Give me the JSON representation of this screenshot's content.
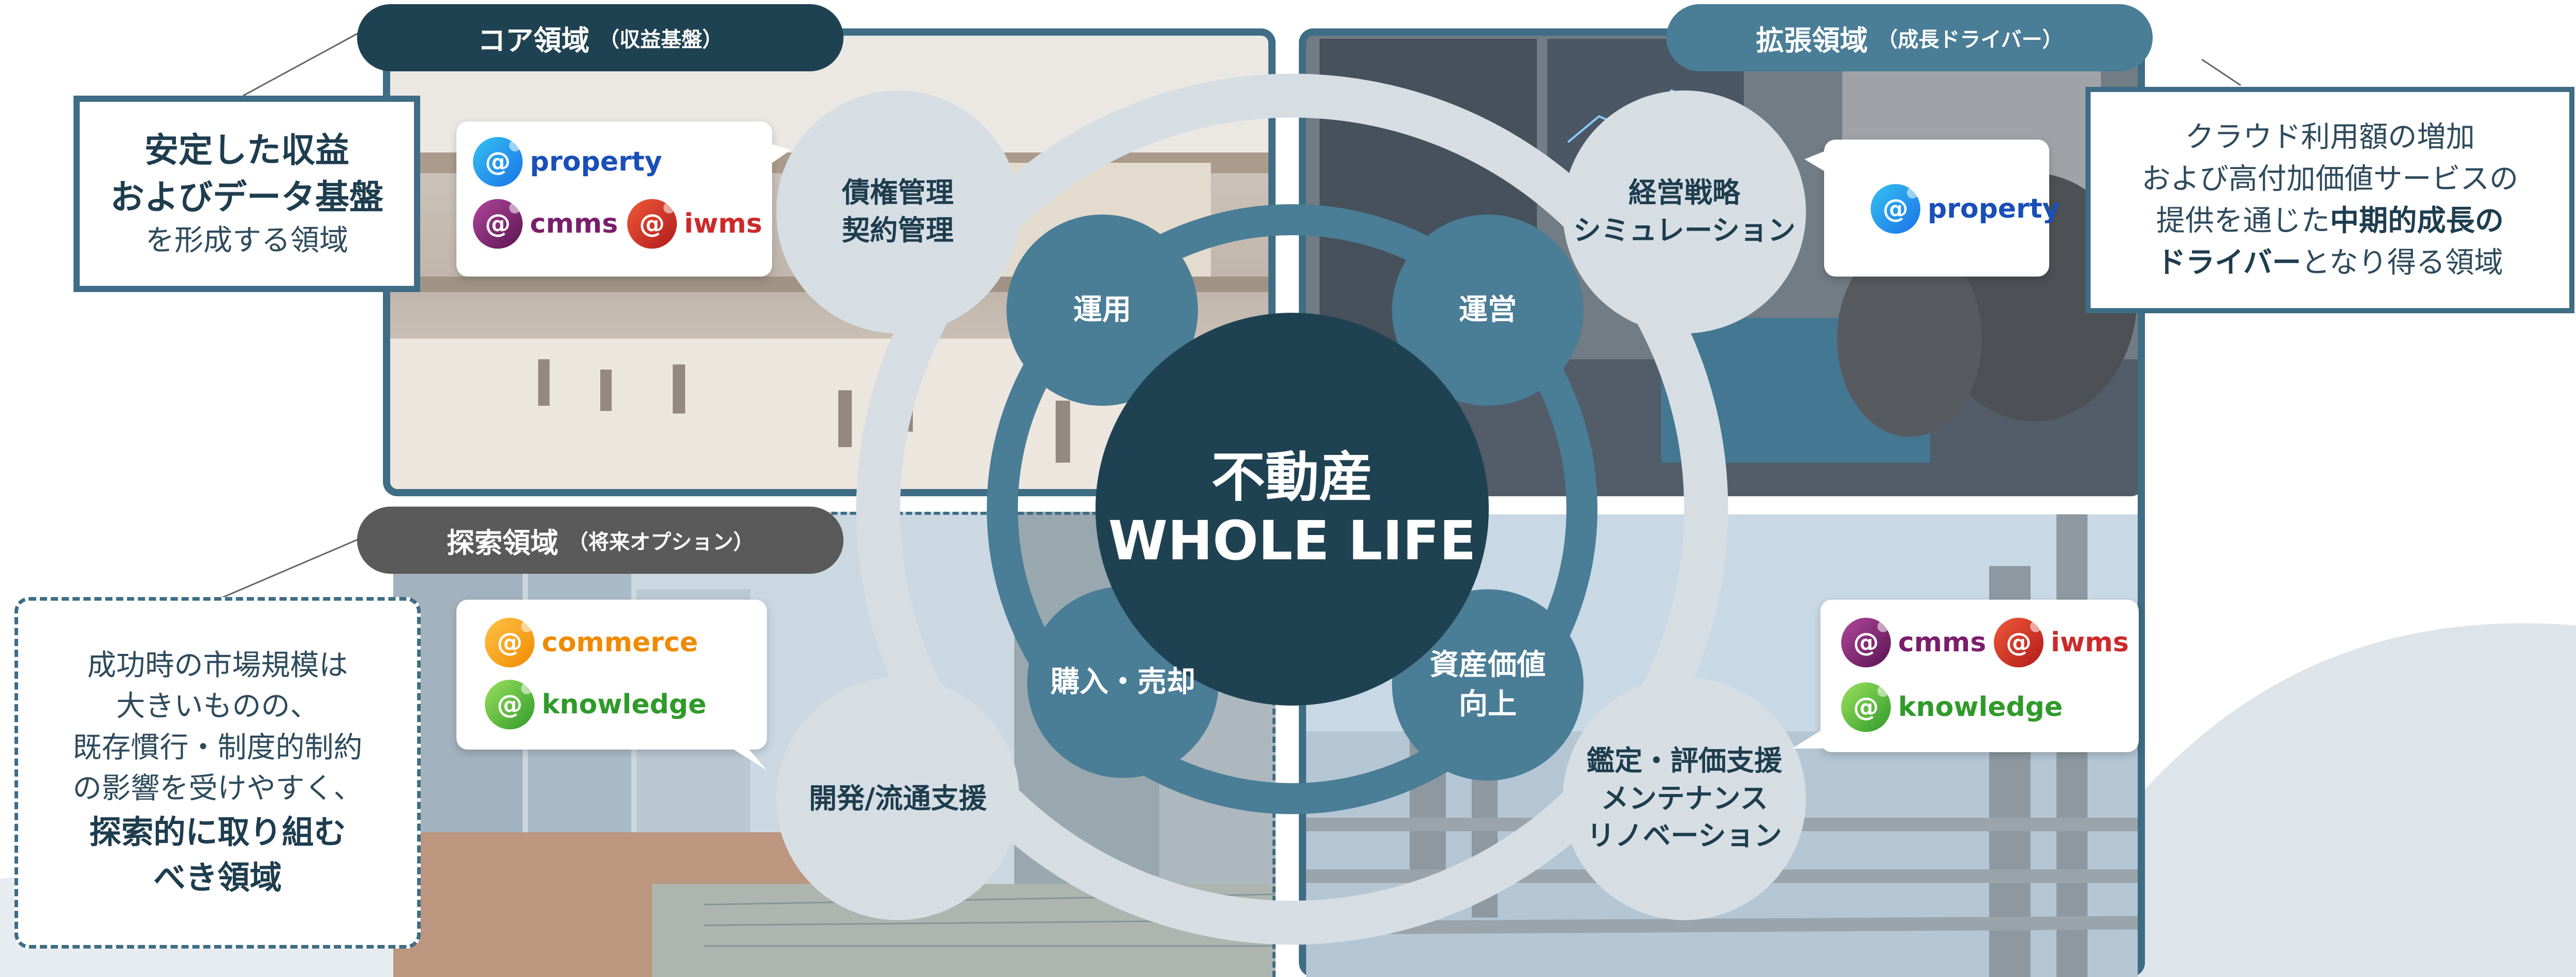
{
  "center": {
    "line1": "不動産",
    "line2": "WHOLE LIFE"
  },
  "core": {
    "title": "コア領域",
    "subtitle": "（収益基盤）",
    "desc_line1": "安定した収益",
    "desc_line2": "およびデータ基盤",
    "desc_line3": "を形成する領域",
    "products": [
      "property",
      "cmms",
      "iwms"
    ],
    "outer_label": [
      "債権管理",
      "契約管理"
    ]
  },
  "expansion": {
    "title": "拡張領域",
    "subtitle": "（成長ドライバー）",
    "desc_line1": "クラウド利用額の増加",
    "desc_line2": "および高付加価値サービスの",
    "desc_line3_pre": "提供を通じた",
    "desc_line3_bold": "中期的成長の",
    "desc_line4_bold": "ドライバー",
    "desc_line4_post": "となり得る領域",
    "products": [
      "property"
    ],
    "outer_label": [
      "経営戦略",
      "シミュレーション"
    ]
  },
  "exploration": {
    "title": "探索領域",
    "subtitle": "（将来オプション）",
    "desc_line1": "成功時の市場規模は",
    "desc_line2": "大きいものの、",
    "desc_line3": "既存慣行・制度的制約",
    "desc_line4": "の影響を受けやすく、",
    "desc_line5": "探索的に取り組む",
    "desc_line6": "べき領域",
    "products": [
      "commerce",
      "knowledge"
    ],
    "outer_label": [
      "開発/流通支援"
    ]
  },
  "operations": {
    "products": [
      "cmms",
      "iwms",
      "knowledge"
    ],
    "outer_label": [
      "鑑定・評価支援",
      "メンテナンス",
      "リノベーション"
    ]
  },
  "inner_circles": {
    "unyo": "運用",
    "uneii": "運営",
    "kounyu": "購入・売却",
    "shisan": [
      "資産価値",
      "向上"
    ]
  },
  "colors": {
    "navy": "#1f4252",
    "teal": "#4a7d96",
    "ring": "#d6dee4",
    "pill_gray": "#5a5a5a",
    "border": "#3f6d85",
    "property": "#1a73e8",
    "cmms": "#7a1e6c",
    "iwms": "#cc2a2a",
    "commerce": "#f08a00",
    "knowledge": "#3aa935"
  },
  "icons": {
    "logo_mark": "at-sign-icon"
  }
}
